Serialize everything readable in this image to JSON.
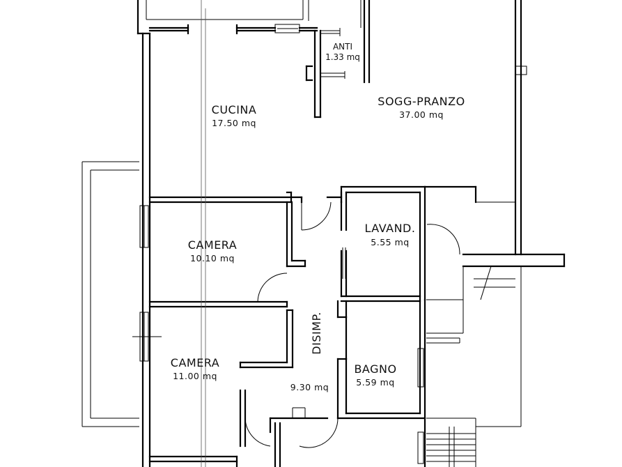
{
  "rooms": {
    "anti": {
      "name": "ANTI",
      "area": "1.33 mq"
    },
    "cucina": {
      "name": "CUCINA",
      "area": "17.50 mq"
    },
    "soggiorno": {
      "name": "SOGG-PRANZO",
      "area": "37.00 mq"
    },
    "camera1": {
      "name": "CAMERA",
      "area": "10.10 mq"
    },
    "lavanderia": {
      "name": "LAVAND.",
      "area": "5.55 mq"
    },
    "disimpegno": {
      "name": "DISIMP.",
      "area": "9.30 mq"
    },
    "camera2": {
      "name": "CAMERA",
      "area": "11.00 mq"
    },
    "bagno": {
      "name": "BAGNO",
      "area": "5.59 mq"
    }
  }
}
